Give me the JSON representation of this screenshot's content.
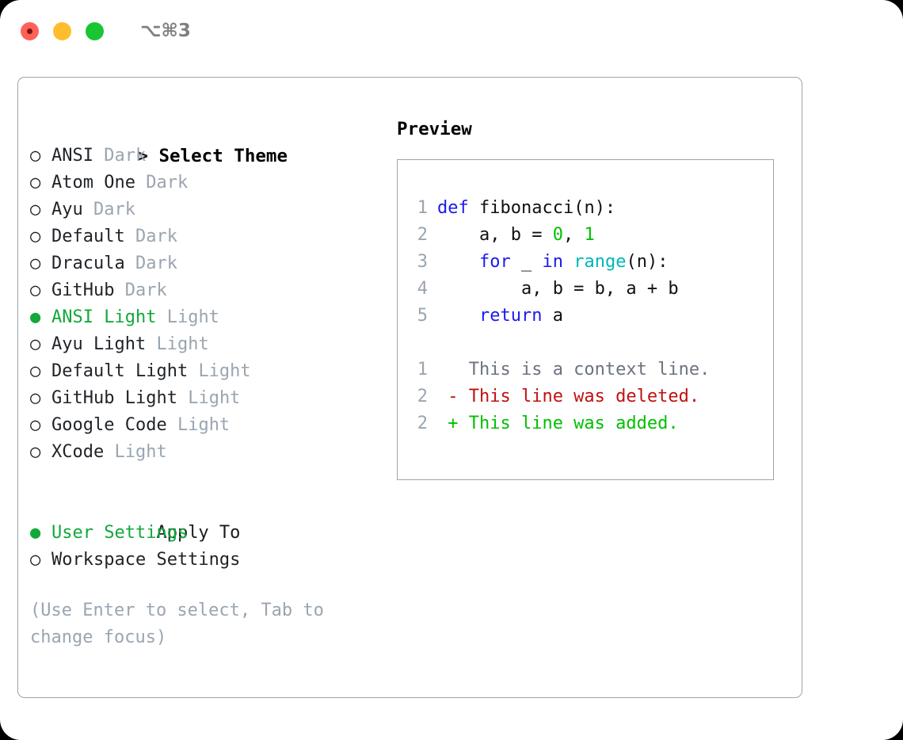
{
  "window": {
    "shortcut": "⌥⌘3",
    "traffic_lights": [
      "close",
      "minimize",
      "maximize"
    ],
    "colors": {
      "close": "#ff6158",
      "minimize": "#ffbd2e",
      "maximize": "#18c633",
      "accent_green": "#12a83a",
      "border": "#9aa5b1",
      "muted": "#9aa5b1"
    }
  },
  "theme_list": {
    "header_marker": ">",
    "header_label": "Select Theme",
    "items": [
      {
        "marker": "○",
        "selected": false,
        "label": "ANSI",
        "suffix": "Dark"
      },
      {
        "marker": "○",
        "selected": false,
        "label": "Atom One",
        "suffix": "Dark"
      },
      {
        "marker": "○",
        "selected": false,
        "label": "Ayu",
        "suffix": "Dark"
      },
      {
        "marker": "○",
        "selected": false,
        "label": "Default",
        "suffix": "Dark"
      },
      {
        "marker": "○",
        "selected": false,
        "label": "Dracula",
        "suffix": "Dark"
      },
      {
        "marker": "○",
        "selected": false,
        "label": "GitHub",
        "suffix": "Dark"
      },
      {
        "marker": "●",
        "selected": true,
        "label": "ANSI Light",
        "suffix": "Light"
      },
      {
        "marker": "○",
        "selected": false,
        "label": "Ayu Light",
        "suffix": "Light"
      },
      {
        "marker": "○",
        "selected": false,
        "label": "Default Light",
        "suffix": "Light"
      },
      {
        "marker": "○",
        "selected": false,
        "label": "GitHub Light",
        "suffix": "Light"
      },
      {
        "marker": "○",
        "selected": false,
        "label": "Google Code",
        "suffix": "Light"
      },
      {
        "marker": "○",
        "selected": false,
        "label": "XCode",
        "suffix": "Light"
      }
    ]
  },
  "apply_to": {
    "header_label": "Apply To",
    "items": [
      {
        "marker": "●",
        "selected": true,
        "label": "User Settings"
      },
      {
        "marker": "○",
        "selected": false,
        "label": "Workspace Settings"
      }
    ]
  },
  "hint": "(Use Enter to select, Tab to change focus)",
  "preview": {
    "title": "Preview",
    "code_lines": [
      {
        "n": "1",
        "tokens": [
          {
            "t": "def",
            "c": "kw"
          },
          {
            "t": " fibonacci(n):",
            "c": "plain"
          }
        ]
      },
      {
        "n": "2",
        "tokens": [
          {
            "t": "    a, b = ",
            "c": "plain"
          },
          {
            "t": "0",
            "c": "num"
          },
          {
            "t": ", ",
            "c": "plain"
          },
          {
            "t": "1",
            "c": "num"
          }
        ]
      },
      {
        "n": "3",
        "tokens": [
          {
            "t": "    ",
            "c": "plain"
          },
          {
            "t": "for",
            "c": "kw"
          },
          {
            "t": " _ ",
            "c": "plain"
          },
          {
            "t": "in",
            "c": "kw"
          },
          {
            "t": " ",
            "c": "plain"
          },
          {
            "t": "range",
            "c": "fn"
          },
          {
            "t": "(n):",
            "c": "plain"
          }
        ]
      },
      {
        "n": "4",
        "tokens": [
          {
            "t": "        a, b = b, a + b",
            "c": "plain"
          }
        ]
      },
      {
        "n": "5",
        "tokens": [
          {
            "t": "    ",
            "c": "plain"
          },
          {
            "t": "return",
            "c": "kw"
          },
          {
            "t": " a",
            "c": "plain"
          }
        ]
      }
    ],
    "diff_lines": [
      {
        "n": "1",
        "sign": " ",
        "text": "This is a context line.",
        "kind": "ctx"
      },
      {
        "n": "2",
        "sign": "-",
        "text": "This line was deleted.",
        "kind": "del"
      },
      {
        "n": "2",
        "sign": "+",
        "text": "This line was added.",
        "kind": "add"
      }
    ]
  }
}
